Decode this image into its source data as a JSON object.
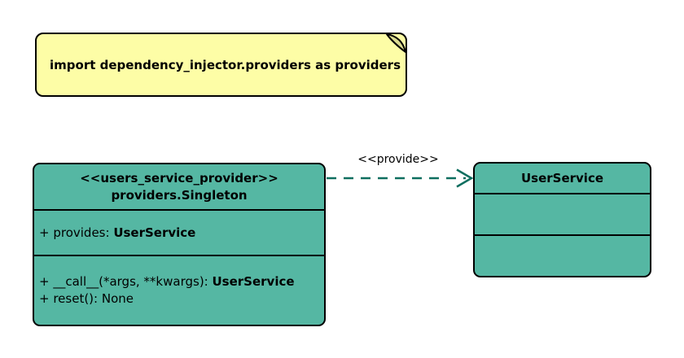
{
  "diagram": {
    "type": "uml-class-diagram",
    "note": {
      "text": "import dependency_injector.providers as providers"
    },
    "singleton_class": {
      "stereotype": "<<users_service_provider>>",
      "name": "providers.Singleton",
      "attributes": [
        {
          "prefix": "+ provides: ",
          "type": "UserService"
        }
      ],
      "methods": [
        {
          "prefix": "+ __call__(*args, **kwargs): ",
          "type": "UserService"
        },
        {
          "prefix": "+ reset(): None",
          "type": ""
        }
      ]
    },
    "user_service_class": {
      "name": "UserService"
    },
    "relation": {
      "label": "<<provide>>",
      "from": "providers.Singleton",
      "to": "UserService",
      "style": "dashed-open-arrow"
    },
    "colors": {
      "class_fill": "#55B7A3",
      "note_fill": "#FDFDA6",
      "note_fold": "#DCDC90",
      "outline": "#000000",
      "arrow": "#0D6E5F",
      "text": "#000000",
      "background": "#FFFFFF"
    }
  }
}
